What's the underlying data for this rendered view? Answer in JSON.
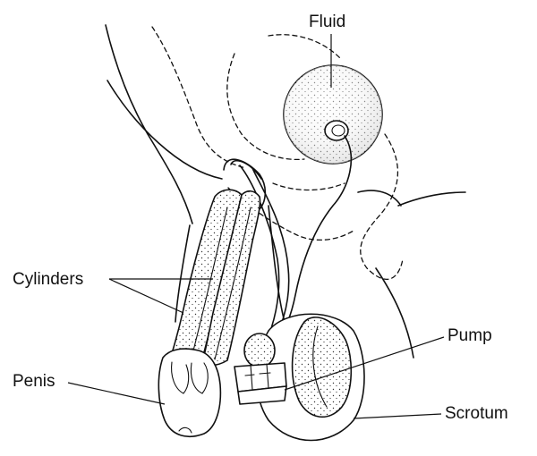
{
  "labels": {
    "fluid": "Fluid",
    "cylinders": "Cylinders",
    "pump": "Pump",
    "penis": "Penis",
    "scrotum": "Scrotum"
  },
  "colors": {
    "ink": "#111111",
    "background": "#ffffff"
  }
}
